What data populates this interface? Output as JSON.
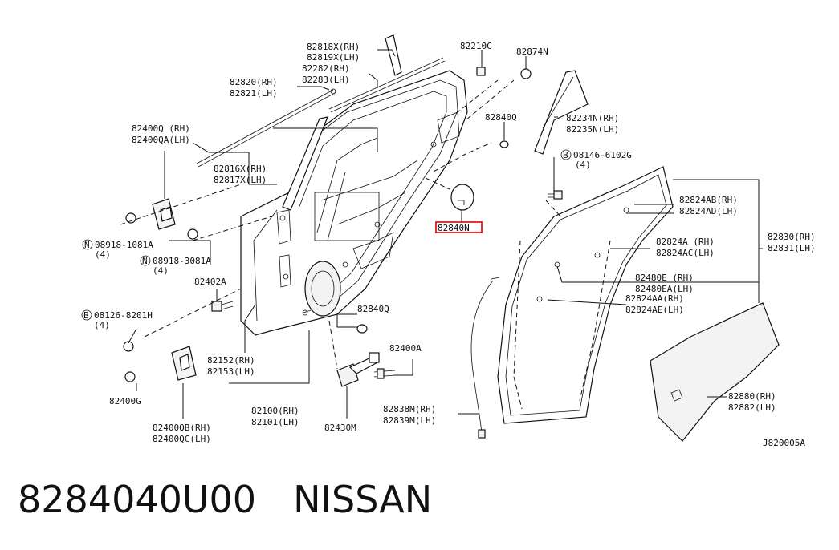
{
  "labels": {
    "p82818": "82818X(RH)",
    "p82819": "82819X(LH)",
    "p82282": "82282(RH)",
    "p82283": "82283(LH)",
    "p82210c": "82210C",
    "p82874n": "82874N",
    "p82820": "82820(RH)",
    "p82821": "82821(LH)",
    "p82400q": "82400Q (RH)",
    "p82400qa": "82400QA(LH)",
    "p82816": "82816X(RH)",
    "p82817": "82817X(LH)",
    "p82840q_top": "82840Q",
    "p82234n": "82234N(RH)",
    "p82235n": "82235N(LH)",
    "p08146": "08146-6102G",
    "p08146_qty": "(4)",
    "p82840n": "82840N",
    "p82824ab": "82824AB(RH)",
    "p82824ad": "82824AD(LH)",
    "p82830": "82830(RH)",
    "p82831": "82831(LH)",
    "p08918_1081": "08918-1081A",
    "p08918_1081_qty": "(4)",
    "p08918_3081": "08918-3081A",
    "p08918_3081_qty": "(4)",
    "p82824a": "82824A (RH)",
    "p82824ac": "82824AC(LH)",
    "p82402a": "82402A",
    "p82480e": "82480E (RH)",
    "p82480ea": "82480EA(LH)",
    "p82824aa": "82824AA(RH)",
    "p82824ae": "82824AE(LH)",
    "p82840q_bot": "82840Q",
    "p08126": "08126-8201H",
    "p08126_qty": "(4)",
    "p82400a": "82400A",
    "p82152": "82152(RH)",
    "p82153": "82153(LH)",
    "p82400g": "82400G",
    "p82100": "82100(RH)",
    "p82101": "82101(LH)",
    "p82838m": "82838M(RH)",
    "p82839m": "82839M(LH)",
    "p82880": "82880(RH)",
    "p82882": "82882(LH)",
    "p82400qb": "82400QB(RH)",
    "p82400qc": "82400QC(LH)",
    "p82430m": "82430M",
    "diagram_code": "J820005A"
  },
  "circle_marks": {
    "n1": "N",
    "n2": "N",
    "b1": "B",
    "b2": "B"
  },
  "caption": {
    "part_number": "8284040U00",
    "brand": "NISSAN"
  },
  "colors": {
    "highlight": "#e00000",
    "line": "#111111"
  }
}
